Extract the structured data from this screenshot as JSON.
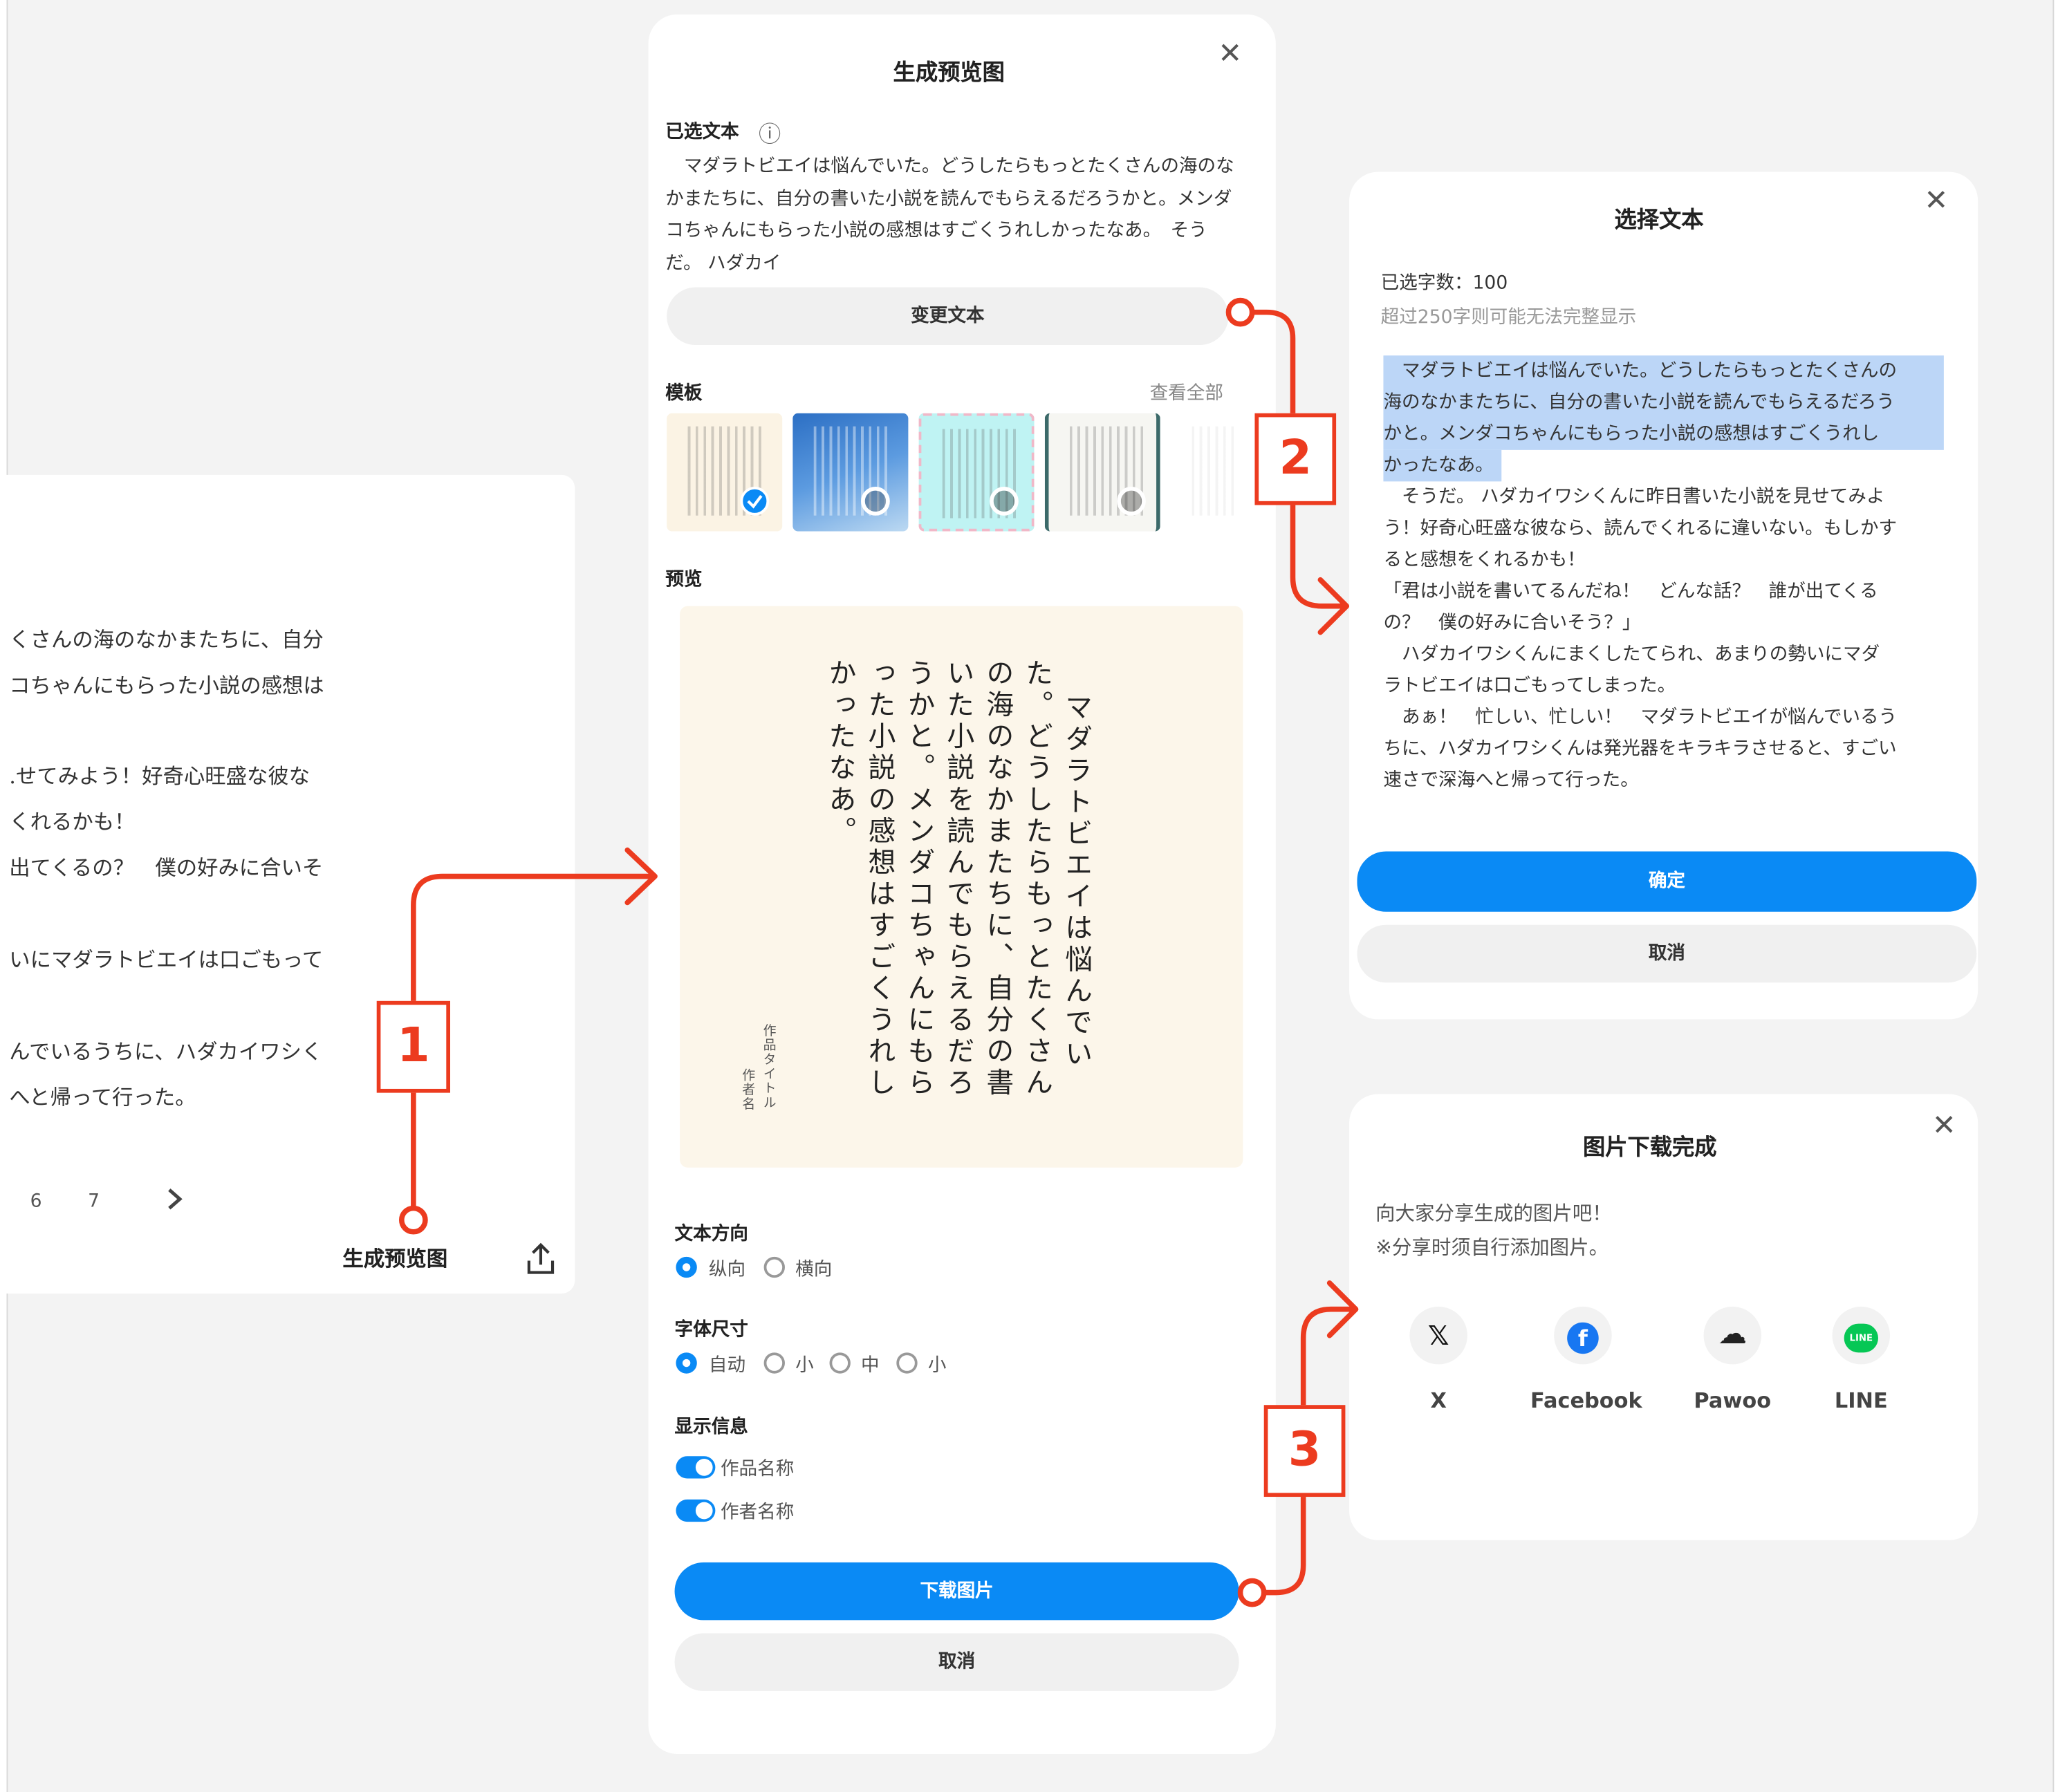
{
  "reader": {
    "lines": [
      "くさんの海のなかまたちに、自分",
      "コちゃんにもらった小説の感想は",
      ".せてみよう！好奇心旺盛な彼な",
      "くれるかも！",
      "出てくるの？　僕の好みに合いそ",
      "いにマダラトビエイは口ごもって",
      "んでいるうちに、ハダカイワシく",
      "へと帰って行った。"
    ],
    "pagination": [
      "6",
      "7"
    ],
    "next_icon": "chevron-right-icon",
    "preview_label": "生成预览图",
    "share_icon": "share-upload-icon"
  },
  "preview_dialog": {
    "title": "生成预览图",
    "close": "✕",
    "selected_label": "已选文本",
    "info_icon": "ⓘ",
    "selected_text": "　マダラトビエイは悩んでいた。どうしたらもっとたくさんの海のなかまたちに、自分の書いた小説を読んでもらえるだろうかと。メンダコちゃんにもらった小説の感想はすごくうれしかったなあ。　そうだ。 ハダカイ",
    "change_text": "变更文本",
    "template_label": "模板",
    "view_all": "查看全部",
    "preview_label": "预览",
    "preview_lines": [
      "マダラトビエイは悩んでい",
      "た。どうしたらもっとたくさん",
      "の海のなかまたちに、自分の書",
      "いた小説を読んでもらえるだろ",
      "うかと。メンダコちゃんにもら",
      "った小説の感想はすごくうれし",
      "かったなあ。"
    ],
    "preview_meta": [
      "作品タイトル",
      "作者名"
    ],
    "direction_label": "文本方向",
    "direction_options": [
      "纵向",
      "横向"
    ],
    "font_size_label": "字体尺寸",
    "font_size_options": [
      "自动",
      "小",
      "中",
      "小"
    ],
    "display_label": "显示信息",
    "toggle_title": "作品名称",
    "toggle_author": "作者名称",
    "download": "下载图片",
    "cancel": "取消"
  },
  "select_dialog": {
    "title": "选择文本",
    "close": "✕",
    "count": "已选字数：100",
    "hint": "超过250字则可能无法完整显示",
    "highlighted": [
      "　マダラトビエイは悩んでいた。どうしたらもっとたくさんの",
      "海のなかまたちに、自分の書いた小説を読んでもらえるだろう",
      "かと。メンダコちゃんにもらった小説の感想はすごくうれし",
      "かったなあ。"
    ],
    "rest": [
      "　そうだ。 ハダカイワシくんに昨日書いた小説を見せてみよ",
      "う！好奇心旺盛な彼なら、読んでくれるに違いない。もしかす",
      "ると感想をくれるかも！",
      "「君は小説を書いてるんだね！　どんな話？　誰が出てくる",
      "の？　僕の好みに合いそう？」",
      "　ハダカイワシくんにまくしたてられ、あまりの勢いにマダ",
      "ラトビエイは口ごもってしまった。",
      "　あぁ！　忙しい、忙しい！　マダラトビエイが悩んでいるう",
      "ちに、ハダカイワシくんは発光器をキラキラさせると、すごい",
      "速さで深海へと帰って行った。"
    ],
    "confirm": "确定",
    "cancel": "取消"
  },
  "download_dialog": {
    "title": "图片下载完成",
    "close": "✕",
    "line1": "向大家分享生成的图片吧！",
    "line2": "※分享时须自行添加图片。",
    "share_targets": [
      {
        "name": "X",
        "glyph": "𝕏",
        "icon": "x-logo-icon"
      },
      {
        "name": "Facebook",
        "glyph": "f",
        "icon": "facebook-logo-icon"
      },
      {
        "name": "Pawoo",
        "glyph": "☁",
        "icon": "pawoo-logo-icon"
      },
      {
        "name": "LINE",
        "glyph": "LINE",
        "icon": "line-logo-icon"
      }
    ]
  },
  "steps": [
    "1",
    "2",
    "3"
  ],
  "colors": {
    "accent": "#0a8af5",
    "annotation": "#ec3b1f",
    "highlight": "#bcd6f7",
    "preview_bg": "#fcf6ea"
  }
}
